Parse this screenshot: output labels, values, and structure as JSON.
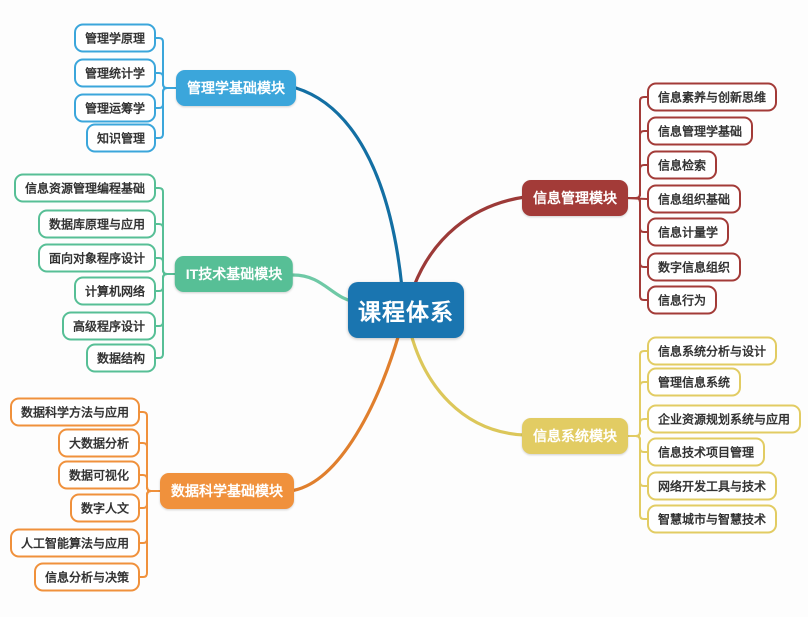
{
  "map": {
    "center": {
      "label": "课程体系",
      "color": "#1a75b0"
    },
    "branches": [
      {
        "label": "管理学基础模块",
        "color": "#3ba6db",
        "line_color": "#136fa3",
        "children": [
          "管理学原理",
          "管理统计学",
          "管理运筹学",
          "知识管理"
        ]
      },
      {
        "label": "IT技术基础模块",
        "color": "#57bf96",
        "line_color": "#6fc9a6",
        "children": [
          "信息资源管理编程基础",
          "数据库原理与应用",
          "面向对象程序设计",
          "计算机网络",
          "高级程序设计",
          "数据结构"
        ]
      },
      {
        "label": "数据科学基础模块",
        "color": "#f0913c",
        "line_color": "#e07f2d",
        "children": [
          "数据科学方法与应用",
          "大数据分析",
          "数据可视化",
          "数字人文",
          "人工智能算法与应用",
          "信息分析与决策"
        ]
      },
      {
        "label": "信息管理模块",
        "color": "#a33b38",
        "line_color": "#9c3a38",
        "children": [
          "信息素养与创新思维",
          "信息管理学基础",
          "信息检索",
          "信息组织基础",
          "信息计量学",
          "数字信息组织",
          "信息行为"
        ]
      },
      {
        "label": "信息系统模块",
        "color": "#e2cc63",
        "line_color": "#dcc75a",
        "children": [
          "信息系统分析与设计",
          "管理信息系统",
          "企业资源规划系统与应用",
          "信息技术项目管理",
          "网络开发工具与技术",
          "智慧城市与智慧技术"
        ]
      }
    ]
  }
}
